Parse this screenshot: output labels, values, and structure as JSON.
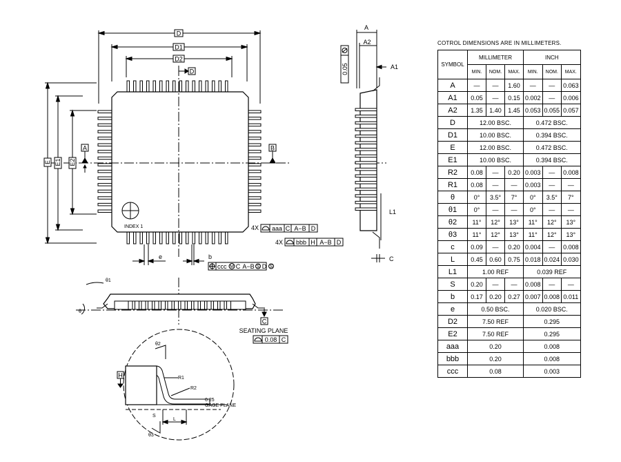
{
  "note": "COTROL DIMENSIONS ARE IN MILLIMETERS.",
  "table": {
    "symbol_header": "SYMBOL",
    "group_headers": [
      "MILLIMETER",
      "INCH"
    ],
    "sub_headers": [
      "MIN.",
      "NOM.",
      "MAX.",
      "MIN.",
      "NOM.",
      "MAX."
    ],
    "rows": [
      {
        "symbol": "A",
        "mm": [
          "—",
          "—",
          "1.60"
        ],
        "in": [
          "—",
          "—",
          "0.063"
        ]
      },
      {
        "symbol": "A1",
        "mm": [
          "0.05",
          "—",
          "0.15"
        ],
        "in": [
          "0.002",
          "—",
          "0.006"
        ]
      },
      {
        "symbol": "A2",
        "mm": [
          "1.35",
          "1.40",
          "1.45"
        ],
        "in": [
          "0.053",
          "0.055",
          "0.057"
        ]
      },
      {
        "symbol": "D",
        "mm_span": "12.00 BSC.",
        "in_span": "0.472 BSC."
      },
      {
        "symbol": "D1",
        "mm_span": "10.00 BSC.",
        "in_span": "0.394 BSC."
      },
      {
        "symbol": "E",
        "mm_span": "12.00 BSC.",
        "in_span": "0.472 BSC."
      },
      {
        "symbol": "E1",
        "mm_span": "10.00 BSC.",
        "in_span": "0.394 BSC."
      },
      {
        "symbol": "R2",
        "mm": [
          "0.08",
          "—",
          "0.20"
        ],
        "in": [
          "0.003",
          "—",
          "0.008"
        ]
      },
      {
        "symbol": "R1",
        "mm": [
          "0.08",
          "—",
          "—"
        ],
        "in": [
          "0.003",
          "—",
          "—"
        ]
      },
      {
        "symbol": "θ",
        "mm": [
          "0°",
          "3.5°",
          "7°"
        ],
        "in": [
          "0°",
          "3.5°",
          "7°"
        ]
      },
      {
        "symbol": "θ1",
        "mm": [
          "0°",
          "—",
          "—"
        ],
        "in": [
          "0°",
          "—",
          "—"
        ]
      },
      {
        "symbol": "θ2",
        "mm": [
          "11°",
          "12°",
          "13°"
        ],
        "in": [
          "11°",
          "12°",
          "13°"
        ]
      },
      {
        "symbol": "θ3",
        "mm": [
          "11°",
          "12°",
          "13°"
        ],
        "in": [
          "11°",
          "12°",
          "13°"
        ]
      },
      {
        "symbol": "c",
        "mm": [
          "0.09",
          "—",
          "0.20"
        ],
        "in": [
          "0.004",
          "—",
          "0.008"
        ]
      },
      {
        "symbol": "L",
        "mm": [
          "0.45",
          "0.60",
          "0.75"
        ],
        "in": [
          "0.018",
          "0.024",
          "0.030"
        ]
      },
      {
        "symbol": "L1",
        "mm_span": "1.00 REF",
        "in_span": "0.039 REF"
      },
      {
        "symbol": "S",
        "mm": [
          "0.20",
          "—",
          "—"
        ],
        "in": [
          "0.008",
          "—",
          "—"
        ]
      },
      {
        "symbol": "b",
        "mm": [
          "0.17",
          "0.20",
          "0.27"
        ],
        "in": [
          "0.007",
          "0.008",
          "0.011"
        ]
      },
      {
        "symbol": "e",
        "mm_span": "0.50 BSC.",
        "in_span": "0.020 BSC."
      },
      {
        "symbol": "D2",
        "mm_span": "7.50 REF",
        "in_span": "0.295"
      },
      {
        "symbol": "E2",
        "mm_span": "7.50 REF",
        "in_span": "0.295"
      },
      {
        "symbol": "aaa",
        "mm_span": "0.20",
        "in_span": "0.008"
      },
      {
        "symbol": "bbb",
        "mm_span": "0.20",
        "in_span": "0.008"
      },
      {
        "symbol": "ccc",
        "mm_span": "0.08",
        "in_span": "0.003"
      }
    ]
  },
  "drawing_labels": {
    "d": "D",
    "d1": "D1",
    "d2": "D2",
    "d_ref": "D",
    "e": "E",
    "e1": "E1",
    "e2": "E2",
    "datum_a": "A",
    "datum_b": "B",
    "pin1_mark": "INDEX 1",
    "aaa_count": "4X",
    "aaa_a": "aaa",
    "aaa_b": "C",
    "aaa_c": "A−B",
    "aaa_d": "D",
    "bbb_count": "4X",
    "bbb_a": "bbb",
    "bbb_b": "H",
    "bbb_c": "A−B",
    "bbb_d": "D",
    "pitch": "e",
    "lead_width": "b",
    "ccc_a": "ccc",
    "ccc_b": "M",
    "ccc_c": "C",
    "ccc_d": "A−B",
    "ccc_e": "S",
    "ccc_f": "D",
    "ccc_g": "S",
    "theta1": "θ1",
    "theta": "θ",
    "seating_c": "C",
    "seating": "SEATING PLANE",
    "flat_a": "0.08",
    "flat_b": "C",
    "side_a": "A",
    "side_a2": "A2",
    "side_a1": "A1",
    "side_c": "C",
    "side_l1": "L1",
    "copl": "0.05",
    "theta2": "θ2",
    "r1": "R1",
    "r2": "R2",
    "gage_val": "0.25",
    "gage": "GAGE PLANE",
    "datum_h": "H",
    "s": "S",
    "l": "L",
    "theta3": "θ3"
  }
}
